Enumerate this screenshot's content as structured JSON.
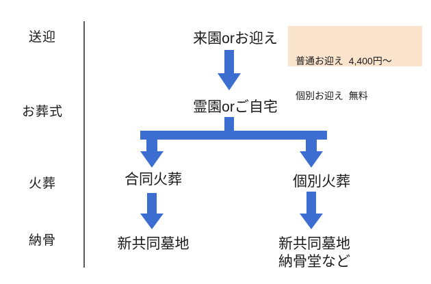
{
  "diagram": {
    "stages": [
      {
        "label": "送迎"
      },
      {
        "label": "お葬式"
      },
      {
        "label": "火葬"
      },
      {
        "label": "納骨"
      }
    ],
    "nodes": {
      "pickup": "来園orお迎え",
      "venue": "霊園orご自宅",
      "joint_cremation": "合同火葬",
      "individual_cremation": "個別火葬",
      "joint_interment": "新共同墓地",
      "individual_interment_line1": "新共同墓地",
      "individual_interment_line2": "納骨堂など"
    },
    "note": {
      "line1": "普通お迎え  4,400円～",
      "line2": "個別お迎え  無料"
    },
    "colors": {
      "arrow_blue": "#3b6ed0",
      "note_background": "#fae4cd",
      "divider_gray": "#58595b",
      "text_black": "#1a1a1a"
    }
  }
}
